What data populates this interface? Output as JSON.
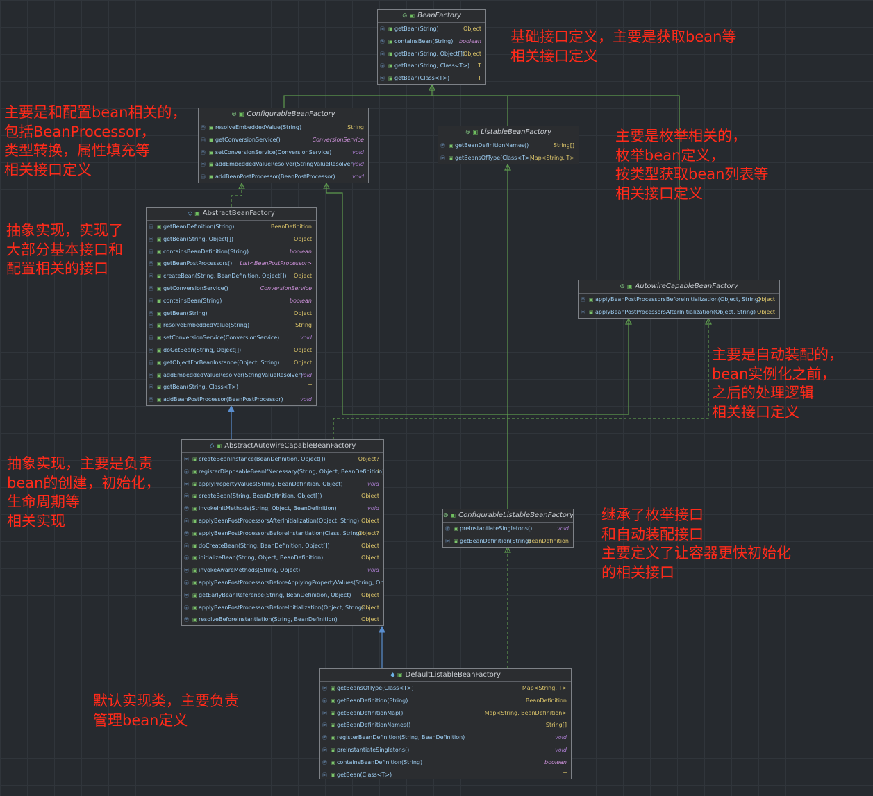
{
  "colors": {
    "background": "#262a2f",
    "node_background": "#2b2d30",
    "method_text": "#9fd0f5",
    "return_type": "#dcc56a",
    "annotation_text": "#ff2a1a",
    "extends_edge": "#5a8fd0",
    "interface_edge": "#5e9a4e"
  },
  "nodes": {
    "bean_factory": {
      "title": "BeanFactory",
      "kind": "interface",
      "rows": [
        {
          "sig": "getBean(String)",
          "ret": "Object"
        },
        {
          "sig": "containsBean(String)",
          "ret": "boolean"
        },
        {
          "sig": "getBean(String, Object[])",
          "ret": "Object"
        },
        {
          "sig": "getBean(String, Class<T>)",
          "ret": "T"
        },
        {
          "sig": "getBean(Class<T>)",
          "ret": "T"
        }
      ]
    },
    "configurable_bean_factory": {
      "title": "ConfigurableBeanFactory",
      "kind": "interface",
      "rows": [
        {
          "sig": "resolveEmbeddedValue(String)",
          "ret": "String"
        },
        {
          "sig": "getConversionService()",
          "ret": "ConversionService"
        },
        {
          "sig": "setConversionService(ConversionService)",
          "ret": "void"
        },
        {
          "sig": "addEmbeddedValueResolver(StringValueResolver)",
          "ret": "void"
        },
        {
          "sig": "addBeanPostProcessor(BeanPostProcessor)",
          "ret": "void"
        }
      ]
    },
    "listable_bean_factory": {
      "title": "ListableBeanFactory",
      "kind": "interface",
      "rows": [
        {
          "sig": "getBeanDefinitionNames()",
          "ret": "String[]"
        },
        {
          "sig": "getBeansOfType(Class<T>)",
          "ret": "Map<String, T>"
        }
      ]
    },
    "abstract_bean_factory": {
      "title": "AbstractBeanFactory",
      "kind": "abstract-class",
      "rows": [
        {
          "sig": "getBeanDefinition(String)",
          "ret": "BeanDefinition"
        },
        {
          "sig": "getBean(String, Object[])",
          "ret": "Object"
        },
        {
          "sig": "containsBeanDefinition(String)",
          "ret": "boolean"
        },
        {
          "sig": "getBeanPostProcessors()",
          "ret": "List<BeanPostProcessor>"
        },
        {
          "sig": "createBean(String, BeanDefinition, Object[])",
          "ret": "Object"
        },
        {
          "sig": "getConversionService()",
          "ret": "ConversionService"
        },
        {
          "sig": "containsBean(String)",
          "ret": "boolean"
        },
        {
          "sig": "getBean(String)",
          "ret": "Object"
        },
        {
          "sig": "resolveEmbeddedValue(String)",
          "ret": "String"
        },
        {
          "sig": "setConversionService(ConversionService)",
          "ret": "void"
        },
        {
          "sig": "doGetBean(String, Object[])",
          "ret": "Object"
        },
        {
          "sig": "getObjectForBeanInstance(Object, String)",
          "ret": "Object"
        },
        {
          "sig": "addEmbeddedValueResolver(StringValueResolver)",
          "ret": "void"
        },
        {
          "sig": "getBean(String, Class<T>)",
          "ret": "T"
        },
        {
          "sig": "addBeanPostProcessor(BeanPostProcessor)",
          "ret": "void"
        }
      ]
    },
    "autowire_capable_bean_factory": {
      "title": "AutowireCapableBeanFactory",
      "kind": "interface",
      "rows": [
        {
          "sig": "applyBeanPostProcessorsBeforeInitialization(Object, String)",
          "ret": "Object"
        },
        {
          "sig": "applyBeanPostProcessorsAfterInitialization(Object, String)",
          "ret": "Object"
        }
      ]
    },
    "abstract_autowire_capable_bean_factory": {
      "title": "AbstractAutowireCapableBeanFactory",
      "kind": "abstract-class",
      "rows": [
        {
          "sig": "createBeanInstance(BeanDefinition, Object[])",
          "ret": "Object?"
        },
        {
          "sig": "registerDisposableBeanIfNecessary(String, Object, BeanDefinition)",
          "ret": "I"
        },
        {
          "sig": "applyPropertyValues(String, BeanDefinition, Object)",
          "ret": "void"
        },
        {
          "sig": "createBean(String, BeanDefinition, Object[])",
          "ret": "Object"
        },
        {
          "sig": "invokeInitMethods(String, Object, BeanDefinition)",
          "ret": "void"
        },
        {
          "sig": "applyBeanPostProcessorsAfterInitialization(Object, String)",
          "ret": "Object"
        },
        {
          "sig": "applyBeanPostProcessorsBeforeInstantiation(Class, String)",
          "ret": "Object?"
        },
        {
          "sig": "doCreateBean(String, BeanDefinition, Object[])",
          "ret": "Object"
        },
        {
          "sig": "initializeBean(String, Object, BeanDefinition)",
          "ret": "Object"
        },
        {
          "sig": "invokeAwareMethods(String, Object)",
          "ret": "void"
        },
        {
          "sig": "applyBeanPostProcessorsBeforeApplyingPropertyValues(String, Obje",
          "ret": ""
        },
        {
          "sig": "getEarlyBeanReference(String, BeanDefinition, Object)",
          "ret": "Object"
        },
        {
          "sig": "applyBeanPostProcessorsBeforeInitialization(Object, String)",
          "ret": "Object"
        },
        {
          "sig": "resolveBeforeInstantiation(String, BeanDefinition)",
          "ret": "Object"
        }
      ]
    },
    "configurable_listable_bean_factory": {
      "title": "ConfigurableListableBeanFactory",
      "kind": "interface",
      "rows": [
        {
          "sig": "preInstantiateSingletons()",
          "ret": "void"
        },
        {
          "sig": "getBeanDefinition(String)",
          "ret": "BeanDefinition"
        }
      ]
    },
    "default_listable_bean_factory": {
      "title": "DefaultListableBeanFactory",
      "kind": "class",
      "rows": [
        {
          "sig": "getBeansOfType(Class<T>)",
          "ret": "Map<String, T>"
        },
        {
          "sig": "getBeanDefinition(String)",
          "ret": "BeanDefinition"
        },
        {
          "sig": "getBeanDefinitionMap()",
          "ret": "Map<String, BeanDefinition>"
        },
        {
          "sig": "getBeanDefinitionNames()",
          "ret": "String[]"
        },
        {
          "sig": "registerBeanDefinition(String, BeanDefinition)",
          "ret": "void"
        },
        {
          "sig": "preInstantiateSingletons()",
          "ret": "void"
        },
        {
          "sig": "containsBeanDefinition(String)",
          "ret": "boolean"
        },
        {
          "sig": "getBean(Class<T>)",
          "ret": "T"
        }
      ]
    }
  },
  "notes": {
    "bean_factory": "基础接口定义，主要是获取bean等\n相关接口定义",
    "configurable": "主要是和配置bean相关的，\n包括BeanProcessor，\n类型转换，属性填充等\n相关接口定义",
    "listable": "主要是枚举相关的，\n枚举bean定义，\n按类型获取bean列表等\n相关接口定义",
    "abstract_bean_factory": "抽象实现，实现了\n大部分基本接口和\n配置相关的接口",
    "autowire": "主要是自动装配的，\nbean实例化之前，\n之后的处理逻辑\n相关接口定义",
    "abstract_autowire": "抽象实现，主要是负责\nbean的创建，初始化，\n生命周期等\n相关实现",
    "configurable_listable": "继承了枚举接口\n和自动装配接口\n主要定义了让容器更快初始化\n的相关接口",
    "default_listable": "默认实现类，主要负责\n管理bean定义"
  }
}
